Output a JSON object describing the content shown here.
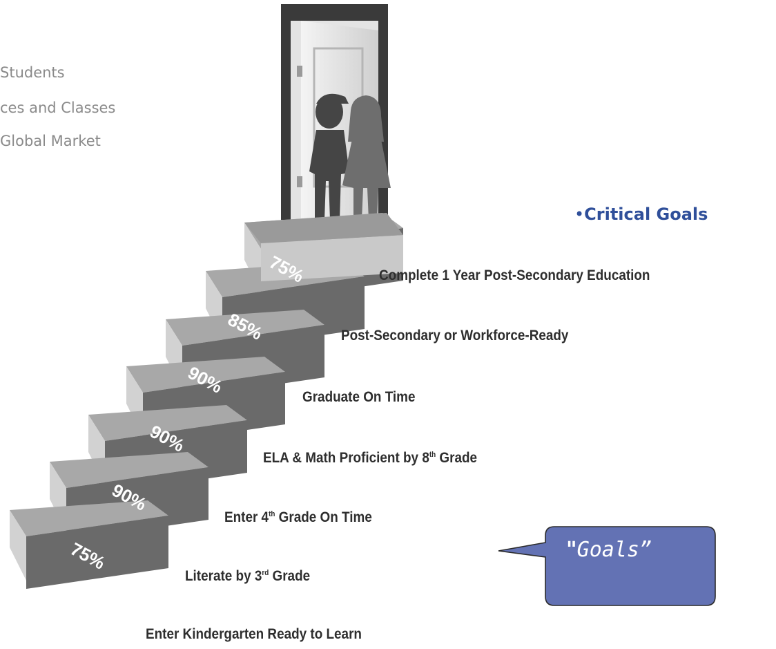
{
  "intro_lines": [
    " Students",
    "ces and Classes",
    " Global Market"
  ],
  "heading": "Critical Goals",
  "heading_bullet": "•",
  "steps": [
    {
      "percent": "75%",
      "goal": "Enter Kindergarten Ready to Learn"
    },
    {
      "percent": "90%",
      "goal_before": "Literate by 3",
      "sup": "rd",
      "goal_after": " Grade"
    },
    {
      "percent": "90%",
      "goal_before": "Enter 4",
      "sup": "th",
      "goal_after": " Grade On Time"
    },
    {
      "percent": "90%",
      "goal_before": "ELA & Math Proficient by 8",
      "sup": "th",
      "goal_after": " Grade"
    },
    {
      "percent": "85%",
      "goal": "Graduate On Time"
    },
    {
      "percent": "75%",
      "goal": "Post-Secondary or Workforce-Ready"
    },
    {
      "percent": "",
      "goal": "Complete 1 Year Post-Secondary Education"
    }
  ],
  "callout": {
    "open_quote": "\"",
    "text": "Goals",
    "close_quote": "”",
    "color": "#6372b4"
  },
  "colors": {
    "heading": "#2f4f9a",
    "riser": "#6a6a6a",
    "tread": "#a8a8a8"
  }
}
